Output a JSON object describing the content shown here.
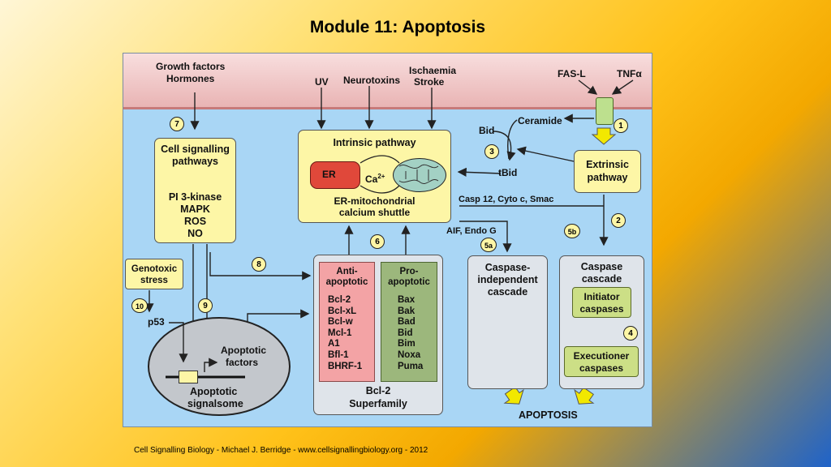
{
  "title": "Module 11: Apoptosis",
  "footer": "Cell Signalling Biology - Michael J. Berridge - www.cellsignallingbiology.org - 2012",
  "stimuli": {
    "growth": "Growth factors",
    "hormones": "Hormones",
    "uv": "UV",
    "neuro": "Neurotoxins",
    "isch1": "Ischaemia",
    "isch2": "Stroke",
    "fasl": "FAS-L",
    "tnf": "TNFα"
  },
  "extrinsic": {
    "ceramide": "Ceramide",
    "bid": "Bid",
    "tbid": "tBid",
    "pathway1": "Extrinsic",
    "pathway2": "pathway"
  },
  "intrinsic": {
    "title": "Intrinsic pathway",
    "er": "ER",
    "ca": "Ca",
    "ca_sup": "2+",
    "shuttle1": "ER-mitochondrial",
    "shuttle2": "calcium shuttle"
  },
  "cell_signalling": {
    "l1": "Cell signalling",
    "l2": "pathways",
    "i1": "PI 3-kinase",
    "i2": "MAPK",
    "i3": "ROS",
    "i4": "NO"
  },
  "genotoxic": {
    "l1": "Genotoxic",
    "l2": "stress",
    "p53": "p53"
  },
  "signalsome": {
    "factors1": "Apoptotic",
    "factors2": "factors",
    "name1": "Apoptotic",
    "name2": "signalsome"
  },
  "bcl2": {
    "anti_title1": "Anti-",
    "anti_title2": "apoptotic",
    "anti": [
      "Bcl-2",
      "Bcl-xL",
      "Bcl-w",
      "Mcl-1",
      "A1",
      "Bfl-1",
      "BHRF-1"
    ],
    "pro_title1": "Pro-",
    "pro_title2": "apoptotic",
    "pro": [
      "Bax",
      "Bak",
      "Bad",
      "Bid",
      "Bim",
      "Noxa",
      "Puma"
    ],
    "family1": "Bcl-2",
    "family2": "Superfamily"
  },
  "mito_release": {
    "casp": "Casp 12, Cyto c, Smac",
    "aif": "AIF, Endo G"
  },
  "casp_indep": {
    "l1": "Caspase-",
    "l2": "independent",
    "l3": "cascade"
  },
  "casp_cascade": {
    "l1": "Caspase",
    "l2": "cascade",
    "init1": "Initiator",
    "init2": "caspases",
    "exec1": "Executioner",
    "exec2": "caspases"
  },
  "apoptosis": "APOPTOSIS",
  "steps": [
    "1",
    "2",
    "3",
    "4",
    "5a",
    "5b",
    "6",
    "7",
    "8",
    "9",
    "10"
  ],
  "colors": {
    "er_red": "#e0483a",
    "panel": "#a9d6f5",
    "membrane": "#e9b4b4",
    "box_yellow": "#fdf6a6",
    "anti_pink": "#f3a3a5",
    "pro_green": "#9cb77c"
  }
}
